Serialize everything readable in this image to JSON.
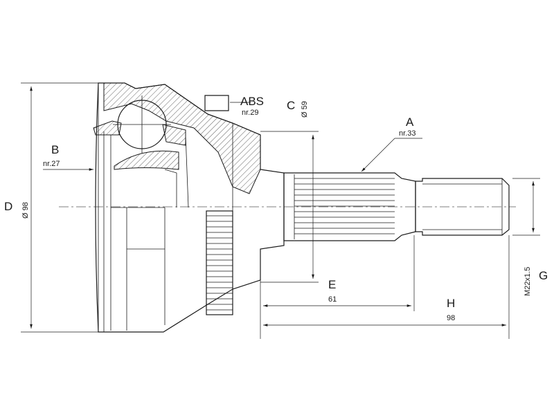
{
  "labels": {
    "abs": "ABS",
    "abs_nr": "nr.29",
    "a": "A",
    "a_nr": "nr.33",
    "b": "B",
    "b_nr": "nr.27",
    "c": "C",
    "c_dia": "Ø 59",
    "d": "D",
    "d_dia": "Ø 98",
    "e": "E",
    "e_val": "61",
    "h": "H",
    "h_val": "98",
    "g": "G",
    "g_thread": "M22x1.5"
  }
}
